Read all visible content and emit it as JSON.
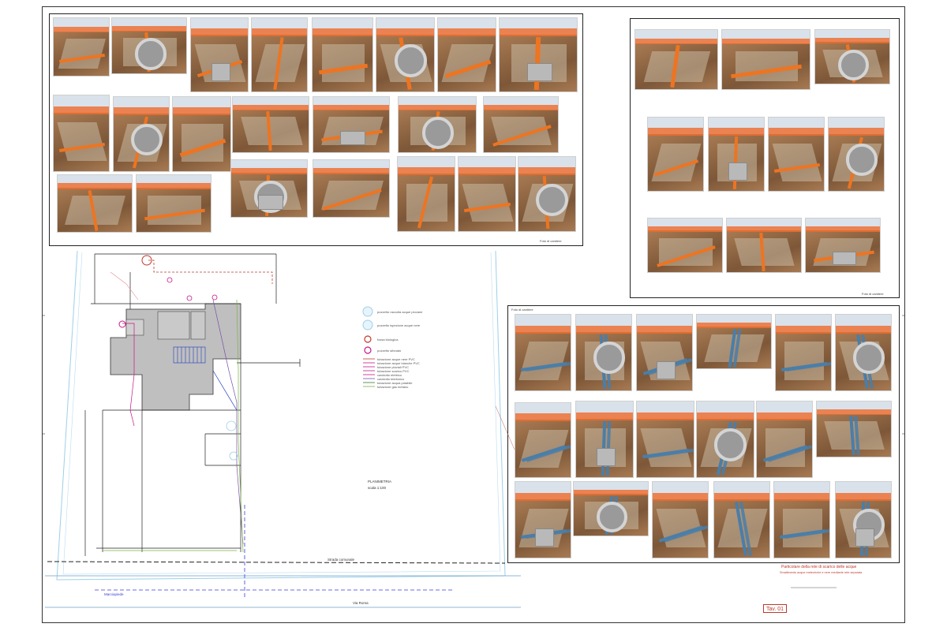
{
  "sheet": {
    "tavola_label": "Tav. 01",
    "title_red": "Particolare della rete di scarico delle acque",
    "title_sub": "Smaltimento acque meteoriche e nere mediante rete separata",
    "panel_caption_left": "Foto di cantiere",
    "panel_caption_right": "Foto di cantiere",
    "panel_caption_bottom_right": "Foto di cantiere"
  },
  "plan": {
    "planimetria_label": "PLANIMETRIA",
    "scale_label": "scala 1:100",
    "road_label_1": "Strada comunale",
    "road_label_2": "Via Roma",
    "road_label_3": "Marciapiede"
  },
  "legend": [
    {
      "label": "pozzetto raccolta acque piovane",
      "color": "#9ecfe8"
    },
    {
      "label": "pozzetto ispezione acque nere",
      "color": "#9ecfe8"
    },
    {
      "label": "fossa biologica",
      "color": "#c0392b"
    },
    {
      "label": "pozzetto sifonato",
      "color": "#c71585"
    },
    {
      "label": "tubazione acque nere PVC",
      "color": "#c0392b"
    },
    {
      "label": "tubazione acque bianche PVC",
      "color": "#c71585"
    },
    {
      "label": "tubazione pluviali PVC",
      "color": "#c71585"
    },
    {
      "label": "tubazione scarico PVC",
      "color": "#c71585"
    },
    {
      "label": "cavidotto elettrico",
      "color": "#c71585"
    },
    {
      "label": "cavidotto telefonico",
      "color": "#7a4fa8"
    },
    {
      "label": "tubazione acqua potabile",
      "color": "#2e7d32"
    },
    {
      "label": "tubazione gas metano",
      "color": "#7cb342"
    }
  ],
  "colors": {
    "soil": "#a77a52",
    "soil_dark": "#7d5738",
    "pipe_orange": "#ee7421",
    "pipe_blue": "#4a7ea8",
    "fence_orange": "#ef6a2a",
    "sky": "#d9e2ea",
    "plan_fill": "#bfbfbf",
    "stair_blue": "#1f3fbf"
  }
}
